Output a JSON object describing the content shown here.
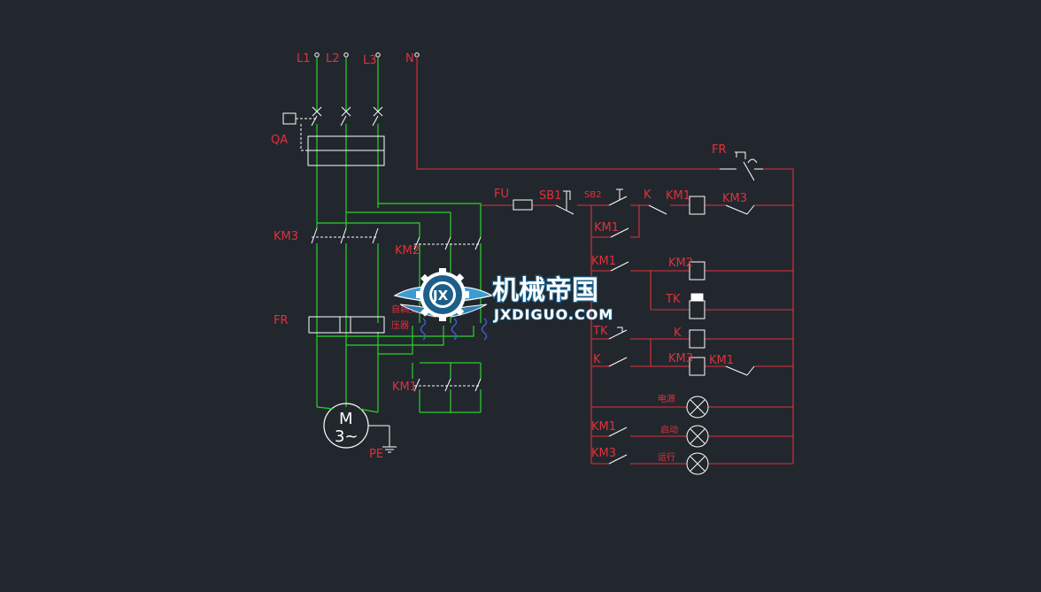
{
  "colors": {
    "background": "#22272e",
    "main_wire": "#2bd12b",
    "control_wire": "#e0313a",
    "component": "#ffffff",
    "label": "#e0313a",
    "watermark_fill": "#ffffff",
    "watermark_stroke": "#1b5f8a"
  },
  "power": {
    "l1": "L1",
    "l2": "L2",
    "l3": "L3",
    "n": "N",
    "qa": "QA",
    "km3": "KM3",
    "km2": "KM2",
    "fr": "FR",
    "transformer_top": "自耦变",
    "transformer_bottom": "压器",
    "km1": "KM1",
    "motor_m": "M",
    "motor_phase": "3~",
    "pe": "PE"
  },
  "control": {
    "fr": "FR",
    "fu": "FU",
    "sb1": "SB1",
    "sb2": "SB2",
    "k_top": "K",
    "km1_coil": "KM1",
    "km3_nc": "KM3",
    "km1_hold": "KM1",
    "km1_contact": "KM1",
    "km2_coil": "KM2",
    "tk_coil": "TK",
    "tk_contact": "TK",
    "k_coil": "K",
    "k_contact": "K",
    "km3_coil": "KM3",
    "km1_nc": "KM1",
    "lamp_power": "电源",
    "km1_lamp": "KM1",
    "lamp_start": "启动",
    "km3_lamp": "KM3",
    "lamp_run": "运行"
  },
  "watermark": {
    "logo_letters": "JX",
    "chinese": "机械帝国",
    "english": "JXDIGUO.COM"
  }
}
